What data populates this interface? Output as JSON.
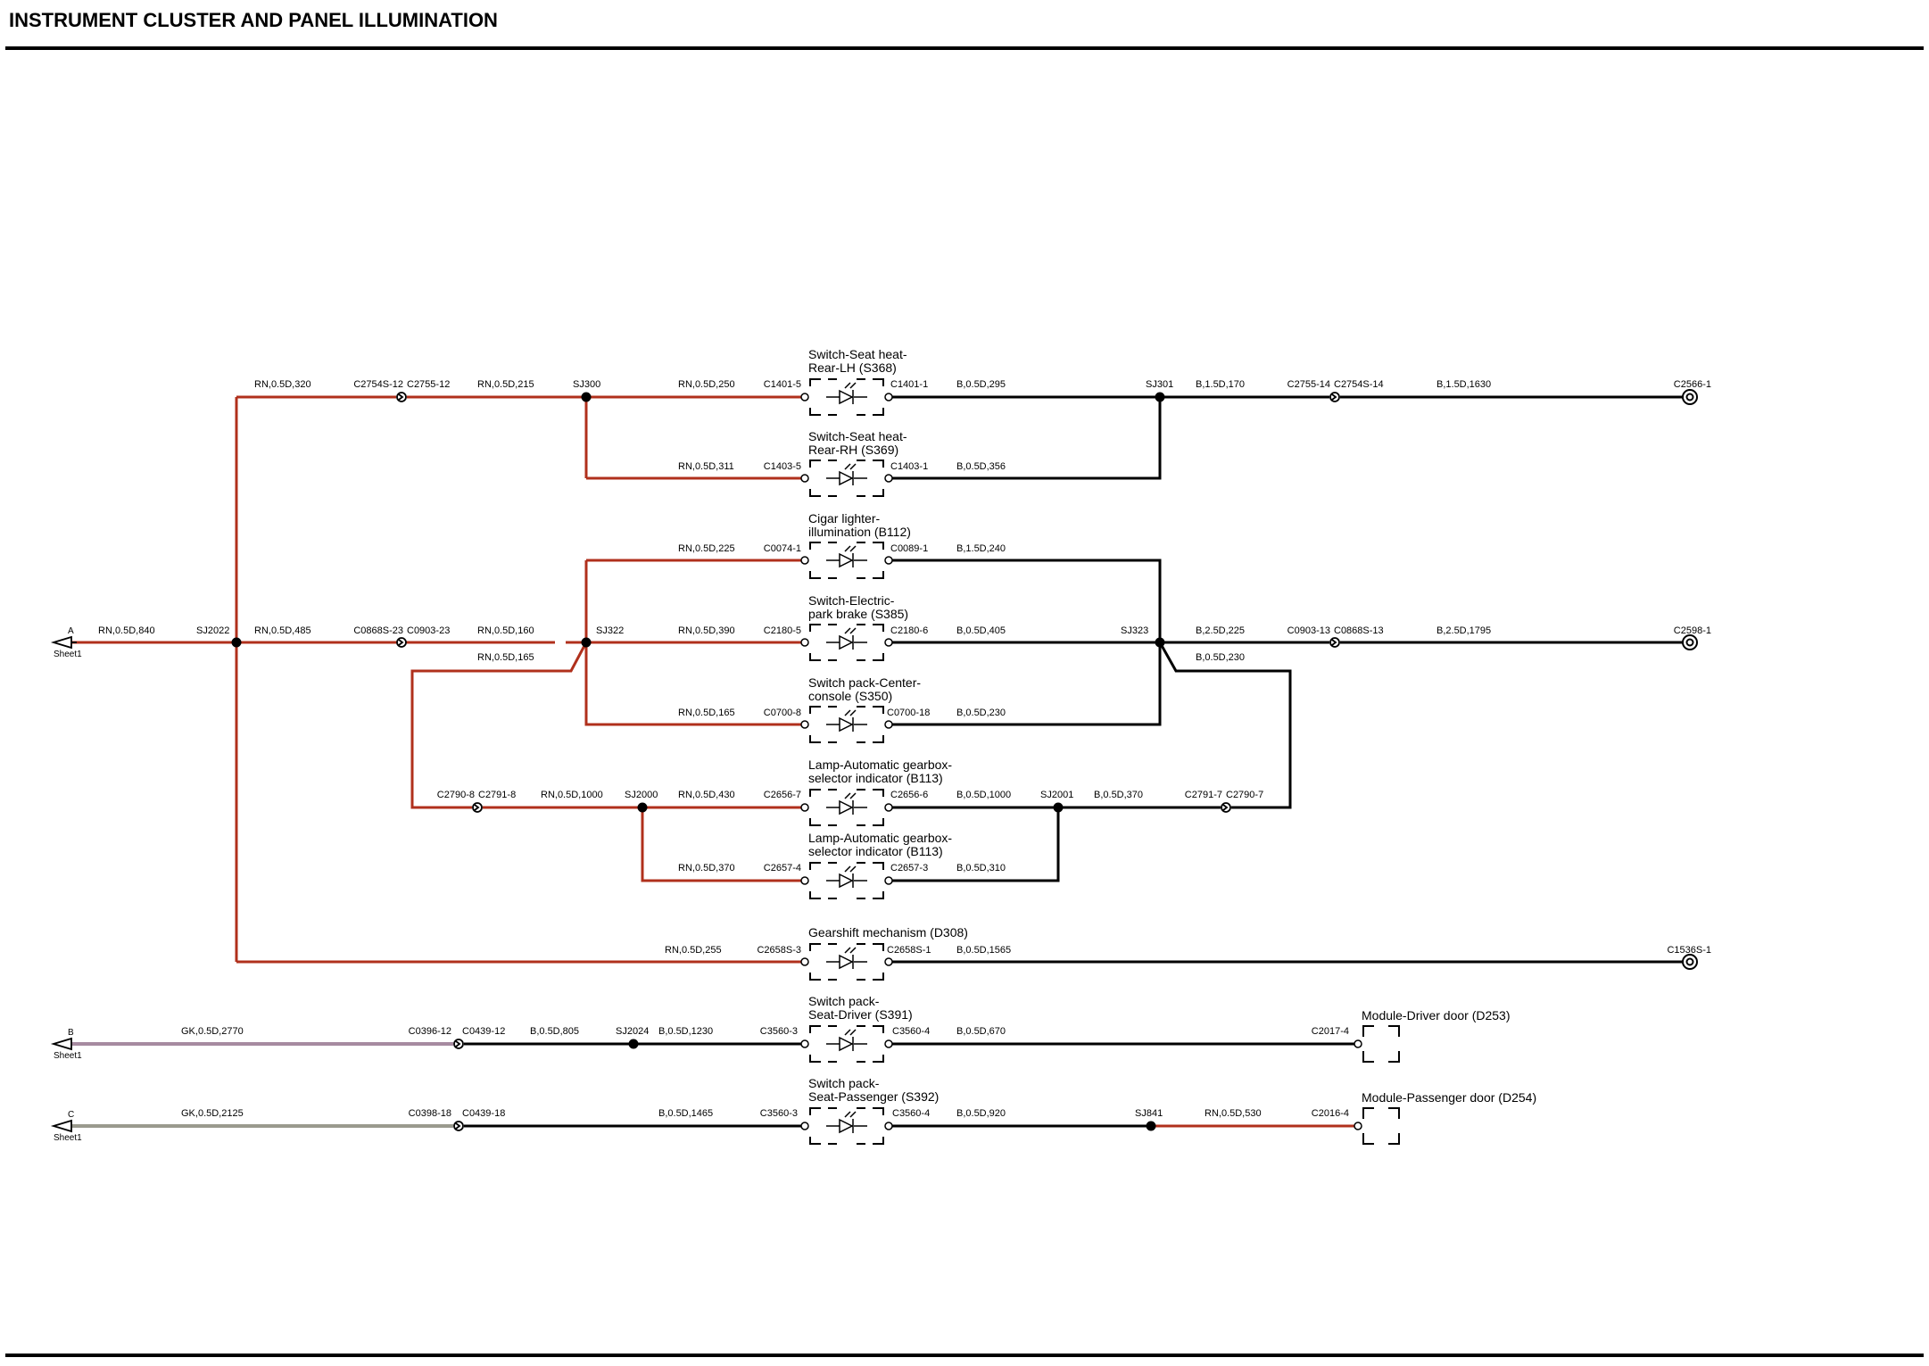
{
  "title": "INSTRUMENT CLUSTER AND PANEL ILLUMINATION",
  "colors": {
    "rn": "#b0301c",
    "rn_light": "#b24b2e",
    "black": "#000000",
    "gk_purple": "#a68aa0",
    "gk_gray": "#9a9a8e",
    "sheet_marker": "#000000"
  },
  "ports": [
    {
      "letter": "A",
      "sheet": "Sheet1"
    },
    {
      "letter": "B",
      "sheet": "Sheet1"
    },
    {
      "letter": "C",
      "sheet": "Sheet1"
    }
  ],
  "components": [
    {
      "name": "Switch-Seat heat-\nRear-LH (S368)"
    },
    {
      "name": "Switch-Seat heat-\nRear-RH (S369)"
    },
    {
      "name": "Cigar lighter-\nillumination (B112)"
    },
    {
      "name": "Switch-Electric-\npark brake (S385)"
    },
    {
      "name": "Switch pack-Center-\nconsole (S350)"
    },
    {
      "name": "Lamp-Automatic gearbox-\nselector indicator (B113)"
    },
    {
      "name": "Lamp-Automatic gearbox-\nselector indicator (B113)"
    },
    {
      "name": "Gearshift mechanism (D308)"
    },
    {
      "name": "Switch pack-\nSeat-Driver (S391)"
    },
    {
      "name": "Switch pack-\nSeat-Passenger (S392)"
    },
    {
      "name": "Module-Driver door (D253)"
    },
    {
      "name": "Module-Passenger door (D254)"
    }
  ],
  "wire_labels": [
    "RN,0.5D,840",
    "RN,0.5D,320",
    "RN,0.5D,215",
    "RN,0.5D,250",
    "B,0.5D,295",
    "B,1.5D,170",
    "B,1.5D,1630",
    "RN,0.5D,311",
    "B,0.5D,356",
    "RN,0.5D,225",
    "B,1.5D,240",
    "RN,0.5D,485",
    "RN,0.5D,160",
    "RN,0.5D,390",
    "B,0.5D,405",
    "B,2.5D,225",
    "B,2.5D,1795",
    "RN,0.5D,165",
    "B,0.5D,230",
    "RN,0.5D,165",
    "B,0.5D,230",
    "RN,0.5D,1000",
    "RN,0.5D,430",
    "B,0.5D,1000",
    "B,0.5D,370",
    "RN,0.5D,370",
    "B,0.5D,310",
    "RN,0.5D,255",
    "B,0.5D,1565",
    "GK,0.5D,2770",
    "B,0.5D,805",
    "B,0.5D,1230",
    "B,0.5D,670",
    "GK,0.5D,2125",
    "B,0.5D,1465",
    "B,0.5D,920",
    "RN,0.5D,530"
  ],
  "connector_labels": [
    "C2754S-12",
    "C2755-12",
    "C1401-5",
    "C1401-1",
    "C2755-14",
    "C2754S-14",
    "C2566-1",
    "C1403-5",
    "C1403-1",
    "C0074-1",
    "C0089-1",
    "C0868S-23",
    "C0903-23",
    "C2180-5",
    "C2180-6",
    "C0903-13",
    "C0868S-13",
    "C2598-1",
    "C0700-8",
    "C0700-18",
    "C2790-8",
    "C2791-8",
    "C2656-7",
    "C2656-6",
    "C2791-7",
    "C2790-7",
    "C2657-4",
    "C2657-3",
    "C2658S-3",
    "C2658S-1",
    "C1536S-1",
    "C0396-12",
    "C0439-12",
    "C3560-3",
    "C3560-4",
    "C2017-4",
    "C0398-18",
    "C0439-18",
    "C3560-3",
    "C3560-4",
    "C2016-4"
  ],
  "splice_labels": [
    "SJ2022",
    "SJ300",
    "SJ301",
    "SJ322",
    "SJ323",
    "SJ2000",
    "SJ2001",
    "SJ2024",
    "SJ841"
  ]
}
